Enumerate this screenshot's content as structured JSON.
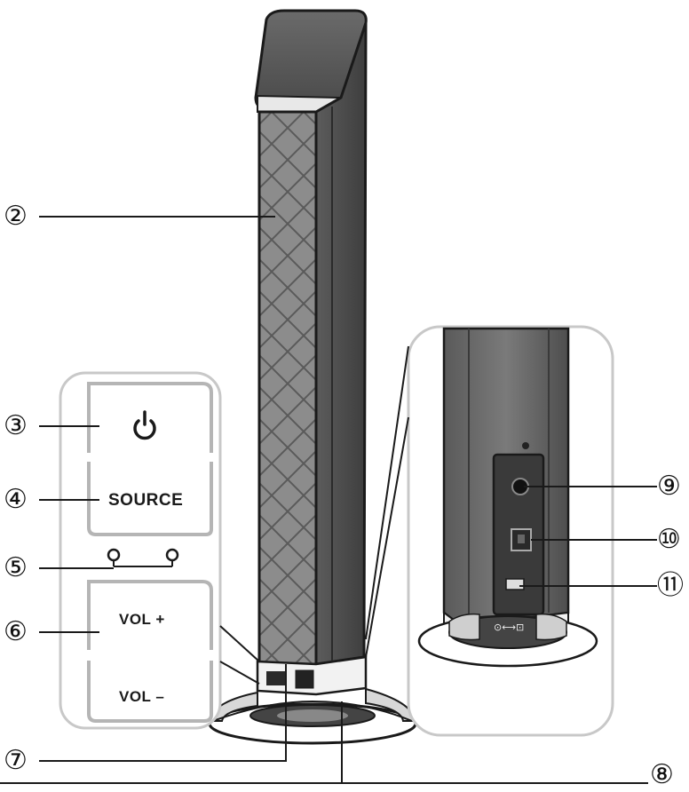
{
  "callouts": [
    {
      "id": "2",
      "label": "②"
    },
    {
      "id": "3",
      "label": "③"
    },
    {
      "id": "4",
      "label": "④"
    },
    {
      "id": "5",
      "label": "⑤"
    },
    {
      "id": "6",
      "label": "⑥"
    },
    {
      "id": "7",
      "label": "⑦"
    },
    {
      "id": "8",
      "label": "⑧"
    },
    {
      "id": "9",
      "label": "⑨"
    },
    {
      "id": "10",
      "label": "⑩"
    },
    {
      "id": "11",
      "label": "⑪"
    }
  ],
  "panel": {
    "power_icon": "power-icon",
    "source_label": "SOURCE",
    "vol_up_label": "VOL +",
    "vol_down_label": "VOL –"
  },
  "colors": {
    "line": "#1a1a1a",
    "tower_dark": "#4a4a4a",
    "tower_mid": "#6e6e6e",
    "grille": "#8a8a8a",
    "panel_outline": "#b5b5b5"
  }
}
